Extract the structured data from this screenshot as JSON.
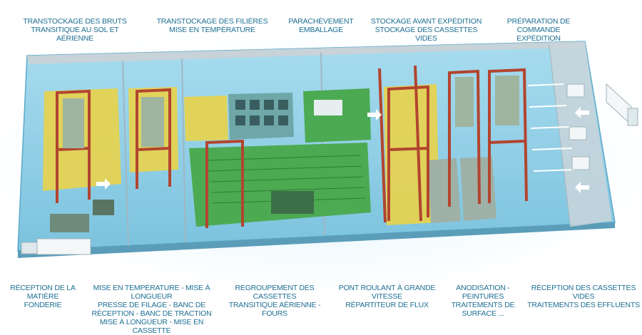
{
  "top_labels": [
    {
      "id": "transtockage-bruts",
      "text": "TRANSTOCKAGE DES BRUTS\nTRANSITIQUE AU SOL ET AÉRIENNE"
    },
    {
      "id": "transtockage-filieres",
      "text": "TRANSTOCKAGE DES FILIÈRES\nMISE EN TEMPÉRATURE"
    },
    {
      "id": "parachevement",
      "text": "PARACHÈVEMENT\nEMBALLAGE"
    },
    {
      "id": "stockage-expedition",
      "text": "STOCKAGE AVANT EXPÉDITION\nSTOCKAGE DES CASSETTES VIDES"
    },
    {
      "id": "preparation-commande",
      "text": "PRÉPARATION DE COMMANDE\nEXPÉDITION"
    }
  ],
  "bottom_labels": [
    {
      "id": "reception-matiere",
      "text": "RÉCEPTION DE LA MATIÈRE\nFONDERIE"
    },
    {
      "id": "mise-en-temperature",
      "text": "MISE EN TEMPÉRATURE - MISE À LONGUEUR\nPRESSE DE FILAGE - BANC DE\nRÉCEPTION - BANC DE TRACTION\nMISE À LONGUEUR - MISE EN CASSETTE"
    },
    {
      "id": "regroupement-cassettes",
      "text": "REGROUPEMENT DES CASSETTES\nTRANSITIQUE AÉRIENNE - FOURS"
    },
    {
      "id": "pont-roulant",
      "text": "PONT ROULANT À GRANDE VITESSE\nRÉPARTITEUR DE FLUX"
    },
    {
      "id": "anodisation",
      "text": "ANODISATION - PEINTURES\nTRAITEMENTS DE SURFACE ..."
    },
    {
      "id": "reception-cassettes",
      "text": "RÉCEPTION DES CASSETTES VIDES\nTRAITEMENTS DES EFFLUENTS"
    }
  ],
  "colors": {
    "label": "#1d6f92",
    "floor_blue": "#8ccfe6",
    "zone_yellow": "#e9d34a",
    "zone_green": "#4caa52",
    "crane_red": "#b2452f",
    "wall_grey": "#aab8be"
  }
}
